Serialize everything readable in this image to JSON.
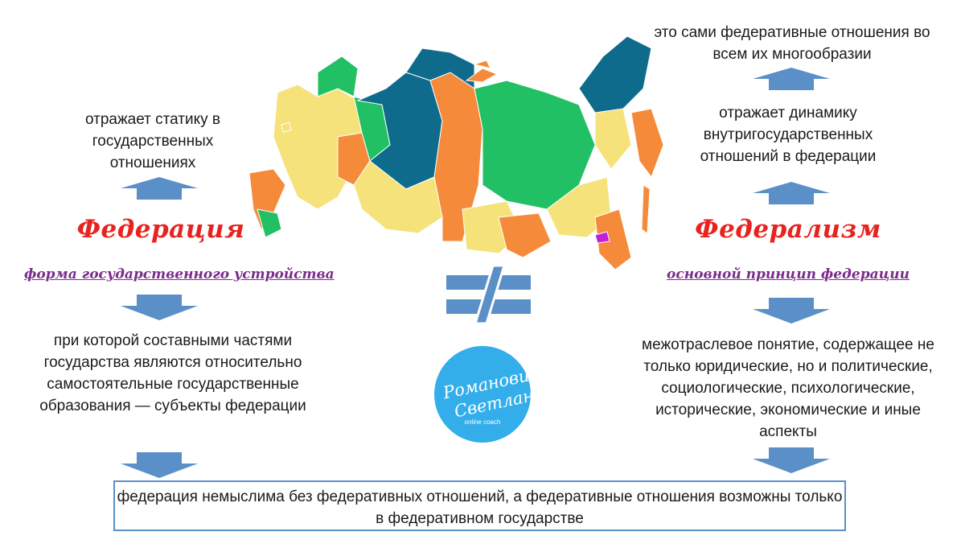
{
  "left": {
    "top_text": "отражает статику в государственных отношениях",
    "title": "Федерация",
    "subtitle": "форма государственного устройства",
    "definition": "при которой составными частями государства являются относительно самостоятельные государственные образования — субъекты федерации"
  },
  "right": {
    "top_text": "это сами федеративные отношения во всем их многообразии",
    "middle_text": "отражает динамику внутригосударственных отношений в федерации",
    "title": "Федерализм",
    "subtitle": "основной принцип федерации",
    "definition": "межотраслевое понятие, содержащее не только юридические, но и политические, социологические, психологические, исторические, экономические и иные аспекты"
  },
  "logo": {
    "line1": "Романович",
    "line2": "Светлана",
    "line3": "online coach"
  },
  "bottom": {
    "text": "федерация немыслима без федеративных отношений, а федеративные отношения возможны только в федеративном государстве"
  },
  "colors": {
    "arrow": "#5b8fc7",
    "title": "#e8231f",
    "subtitle": "#7a2c8c",
    "logo_bg": "#33aeea",
    "map_yellow": "#f6e27a",
    "map_green": "#21c064",
    "map_orange": "#f58a3a",
    "map_teal": "#0f6b8c",
    "map_purple": "#c21fd6"
  },
  "icons": {
    "up_arrow": "up-arrow-icon",
    "down_arrow": "down-arrow-icon",
    "not_equal": "not-equal-icon",
    "map": "russia-map-image"
  }
}
